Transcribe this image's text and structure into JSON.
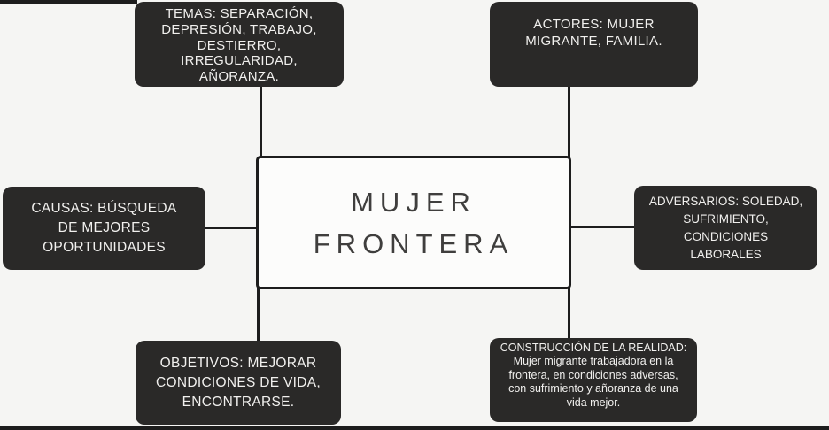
{
  "colors": {
    "background": "#f5f5f3",
    "node_fill": "#2a2928",
    "node_text": "#f1f0ee",
    "line": "#1d1d1d",
    "center_fill": "#fcfcfb",
    "center_text": "#3f3e3d"
  },
  "center_node": {
    "lines": [
      "MUJER",
      "FRONTERA"
    ]
  },
  "nodes": {
    "temas": {
      "lines": [
        "TEMAS: SEPARACIÓN,",
        "DEPRESIÓN, TRABAJO,",
        "DESTIERRO,",
        "IRREGULARIDAD,",
        "AÑORANZA."
      ]
    },
    "actores": {
      "lines": [
        "ACTORES: MUJER",
        "MIGRANTE, FAMILIA."
      ]
    },
    "causas": {
      "lines": [
        "CAUSAS: BÚSQUEDA",
        "DE MEJORES",
        "OPORTUNIDADES"
      ]
    },
    "adversarios": {
      "lines": [
        "ADVERSARIOS: SOLEDAD,",
        "SUFRIMIENTO,",
        "CONDICIONES",
        "LABORALES"
      ]
    },
    "objetivos": {
      "lines": [
        "OBJETIVOS: MEJORAR",
        "CONDICIONES DE VIDA,",
        "ENCONTRARSE."
      ]
    },
    "construccion": {
      "heading": "CONSTRUCCIÓN DE LA REALIDAD:",
      "body_lines": [
        "Mujer migrante trabajadora en la",
        "frontera, en condiciones adversas,",
        "con sufrimiento y añoranza de una",
        "vida mejor."
      ]
    }
  }
}
